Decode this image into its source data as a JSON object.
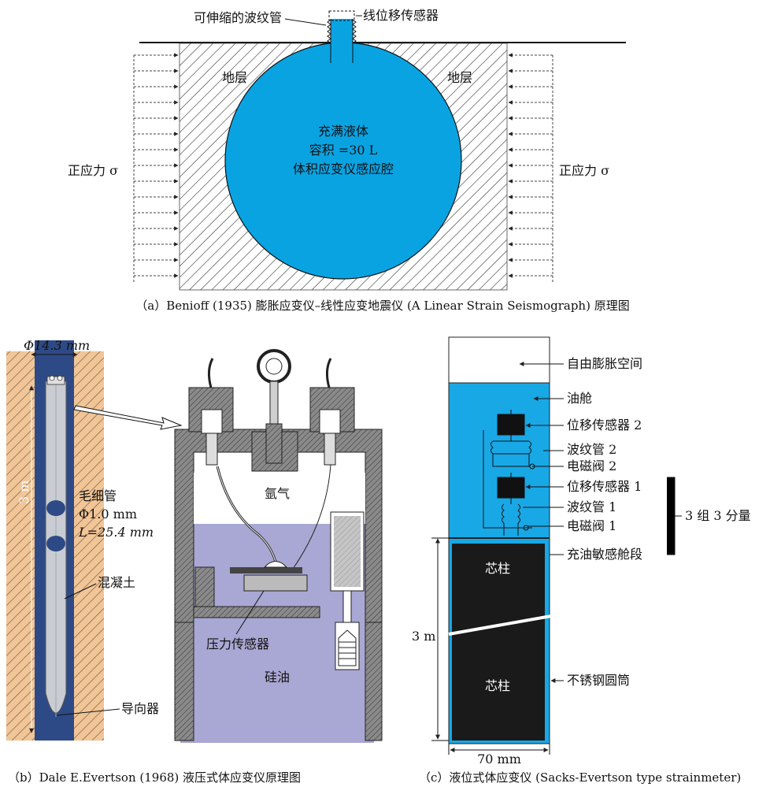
{
  "panel_a": {
    "bellows_label": "可伸缩的波纹管",
    "sensor_label": "线位移传感器",
    "stratum_left": "地层",
    "stratum_right": "地层",
    "stress_left": "正应力 σ",
    "stress_right": "正应力 σ",
    "cavity_line1": "充满液体",
    "cavity_line2": "容积 =30 L",
    "cavity_line3": "体积应变仪感应腔",
    "caption": "（a）Benioff (1935) 膨胀应变仪–线性应变地震仪 (A Linear Strain Seismograph) 原理图",
    "colors": {
      "fluid": "#0aa3e2",
      "hatch": "#333333"
    }
  },
  "panel_b": {
    "diameter_label": "Φ14.3 mm",
    "length_label": "3 m",
    "capillary_label": "毛细管",
    "capillary_dia": "Φ1.0 mm",
    "capillary_len": "L=25.4 mm",
    "concrete_label": "混凝土",
    "guide_label": "导向器",
    "argon_label": "氩气",
    "pressure_sensor_label": "压力传感器",
    "silicone_oil_label": "硅油",
    "caption": "（b）Dale E.Evertson (1968) 液压式体应变仪原理图",
    "colors": {
      "oil": "#a9a7d3",
      "soil": "#f2c596",
      "casing": "#2e4a86",
      "metal": "#888888"
    }
  },
  "panel_c": {
    "free_space_label": "自由膨胀空间",
    "oil_chamber_label": "油舱",
    "sensor2_label": "位移传感器 2",
    "bellows2_label": "波纹管 2",
    "valve2_label": "电磁阀 2",
    "sensor1_label": "位移传感器 1",
    "bellows1_label": "波纹管 1",
    "valve1_label": "电磁阀 1",
    "group_label": "3 组 3 分量",
    "sensing_section_label": "充油敏感舱段",
    "core_top_label": "芯柱",
    "core_bottom_label": "芯柱",
    "height_label": "3 m",
    "steel_label": "不锈钢圆筒",
    "width_label": "70 mm",
    "caption": "（c）液位式体应变仪 (Sacks-Evertson type strainmeter)",
    "colors": {
      "fluid": "#18a8e6",
      "core": "#1a1a1a"
    }
  }
}
